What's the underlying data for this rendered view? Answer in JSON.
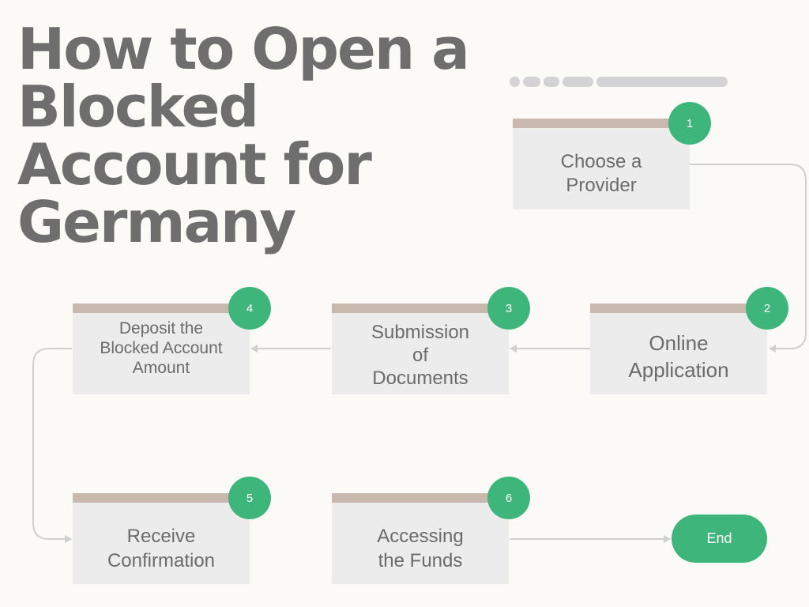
{
  "title": {
    "lines": [
      "How to Open a",
      "Blocked",
      "Account for",
      "Germany"
    ]
  },
  "steps": [
    {
      "number": "1",
      "label": "Choose a\nProvider"
    },
    {
      "number": "2",
      "label": "Online\nApplication"
    },
    {
      "number": "3",
      "label": "Submission\nof\nDocuments"
    },
    {
      "number": "4",
      "label": "Deposit the\nBlocked Account\nAmount"
    },
    {
      "number": "5",
      "label": "Receive\nConfirmation"
    },
    {
      "number": "6",
      "label": "Accessing\nthe Funds"
    }
  ],
  "end": {
    "label": "End"
  },
  "colors": {
    "accent_green": "#3eb57a",
    "box_fill": "#ececec",
    "box_top_stripe": "#c8b8ae",
    "connector": "#d0d0d0",
    "title_text": "#6e6e6e",
    "background": "#fcfaf7"
  }
}
